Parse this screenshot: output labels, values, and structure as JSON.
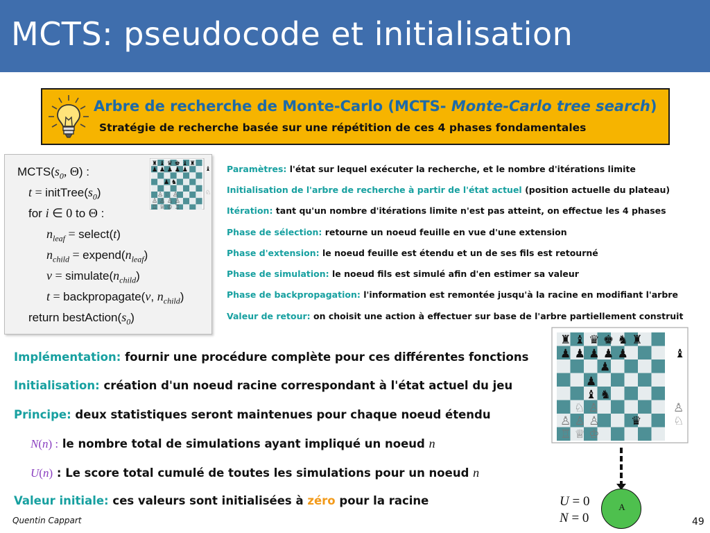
{
  "title": "MCTS: pseudocode et initialisation",
  "callout": {
    "title_main": "Arbre de recherche de Monte-Carlo (MCTS- ",
    "title_italic": "Monte-Carlo tree search",
    "title_end": ")",
    "subtitle": "Stratégie de recherche basée sur une répétition de ces 4 phases fondamentales"
  },
  "algorithm": {
    "l1_fn": "MCTS(",
    "l1_tail": ") :",
    "l2_fn": "initTree(",
    "l3_a": "for ",
    "l3_b": " to ",
    "l3_c": " :",
    "l4_fn": "select(",
    "l5_fn": "expend(",
    "l6_fn": "simulate(",
    "l7_fn": "backpropagate(",
    "l8_fn": "return bestAction("
  },
  "descriptions": [
    {
      "key": "Paramètres:",
      "text": " l'état sur lequel exécuter la recherche, et le nombre d'itérations limite"
    },
    {
      "key": "Initialisation de l'arbre de recherche à partir de l'état actuel",
      "text": " (position actuelle du plateau)"
    },
    {
      "key": "Itération:",
      "text": " tant qu'un nombre d'itérations limite n'est pas atteint, on effectue les 4 phases"
    },
    {
      "key": "Phase de sélection:",
      "text": " retourne un noeud feuille en vue d'une extension"
    },
    {
      "key": "Phase d'extension:",
      "text": " le noeud feuille est étendu et un de ses fils est retourné"
    },
    {
      "key": "Phase de simulation:",
      "text": " le noeud fils est simulé afin d'en estimer sa valeur"
    },
    {
      "key": "Phase de backpropagation:",
      "text": " l'information est remontée jusqu'à la racine en modifiant l'arbre"
    },
    {
      "key": "Valeur de retour:",
      "text": " on choisit une action à effectuer sur base de l'arbre partiellement construit"
    }
  ],
  "bottom": {
    "impl_key": "Implémentation:",
    "impl_text": " fournir une procédure complète pour ces différentes fonctions",
    "init_key": "Initialisation:",
    "init_text": " création d'un noeud racine correspondant à l'état actuel du jeu",
    "princ_key": "Principe:",
    "princ_text": " deux statistiques seront maintenues pour chaque noeud étendu",
    "n_text": " le nombre total de simulations ayant impliqué un noeud ",
    "u_text": " Le score total cumulé de toutes les simulations pour un noeud ",
    "val_key": "Valeur initiale:",
    "val_text1": " ces valeurs sont initialisées à ",
    "val_zero": "zéro",
    "val_text2": " pour la racine"
  },
  "node": {
    "label": "A",
    "u": "U = 0",
    "n": "N = 0"
  },
  "footer": {
    "author": "Quentin Cappart",
    "page": "49"
  },
  "colors": {
    "title_bar": "#3f6ead",
    "callout_bg": "#f6b400",
    "callout_title": "#1d6aa8",
    "key_teal": "#17a0a0",
    "orange": "#f29a1a",
    "node_green": "#4ec04e",
    "stat_purple": "#8a3fc0"
  },
  "icons": [
    "lightbulb-icon",
    "chessboard-icon"
  ]
}
